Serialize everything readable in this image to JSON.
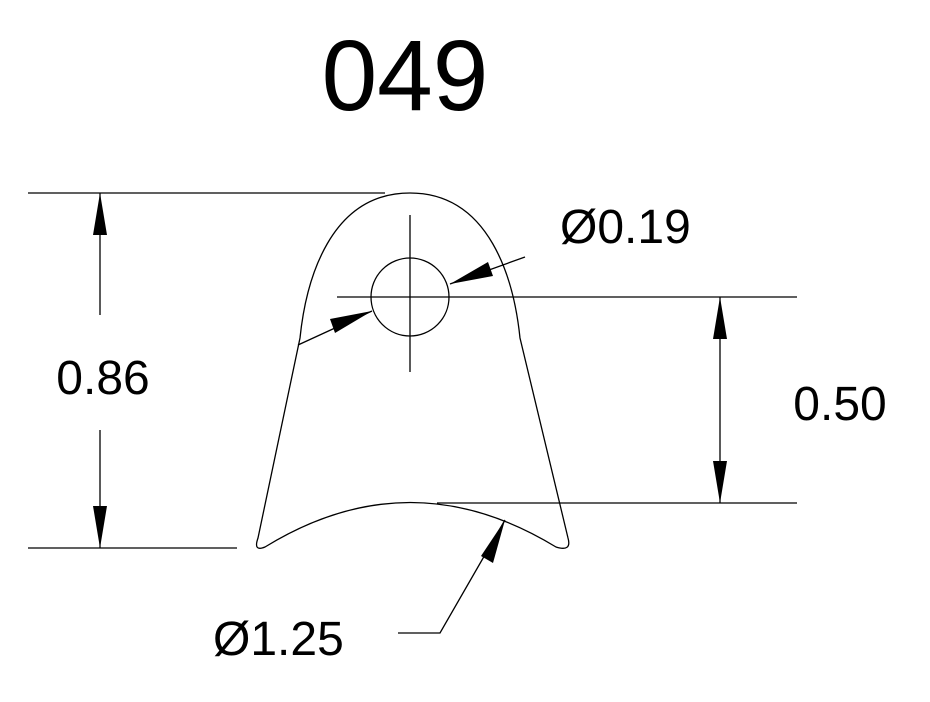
{
  "title": "049",
  "dimensions": {
    "overall_height": "0.86",
    "hole_to_saddle": "0.50",
    "hole_diameter": "Ø0.19",
    "saddle_diameter": "Ø1.25"
  },
  "colors": {
    "line": "#000000",
    "background": "#ffffff"
  }
}
